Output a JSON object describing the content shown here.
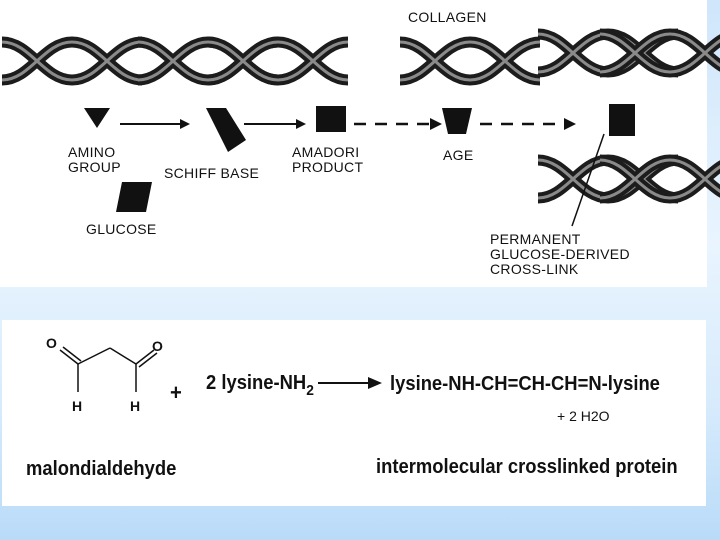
{
  "glycation_diagram": {
    "collagen_label": "COLLAGEN",
    "amino_group_label": "AMINO\nGROUP",
    "schiff_base_label": "SCHIFF BASE",
    "amadori_product_label": "AMADORI\nPRODUCT",
    "age_label": "AGE",
    "glucose_label": "GLUCOSE",
    "cross_link_label": "PERMANENT\nGLUCOSE-DERIVED\nCROSS-LINK"
  },
  "mda_reaction": {
    "reactant_name": "malondialdehyde",
    "atoms": {
      "oxygen_left": "O",
      "oxygen_right": "O",
      "hydrogen_left": "H",
      "hydrogen_right": "H"
    },
    "plus_sign": "+",
    "reagent_prefix": "2 lysine-NH",
    "reagent_subscript": "2",
    "product_formula": "lysine-NH-CH=CH-CH=N-lysine",
    "byproduct": "+ 2 H2O",
    "product_name": "intermolecular crosslinked protein"
  },
  "colors": {
    "strand_dark": "#1c1c1c",
    "strand_light": "#7a7a7a",
    "background_blue": "#cfe6fb",
    "panel": "#ffffff"
  }
}
